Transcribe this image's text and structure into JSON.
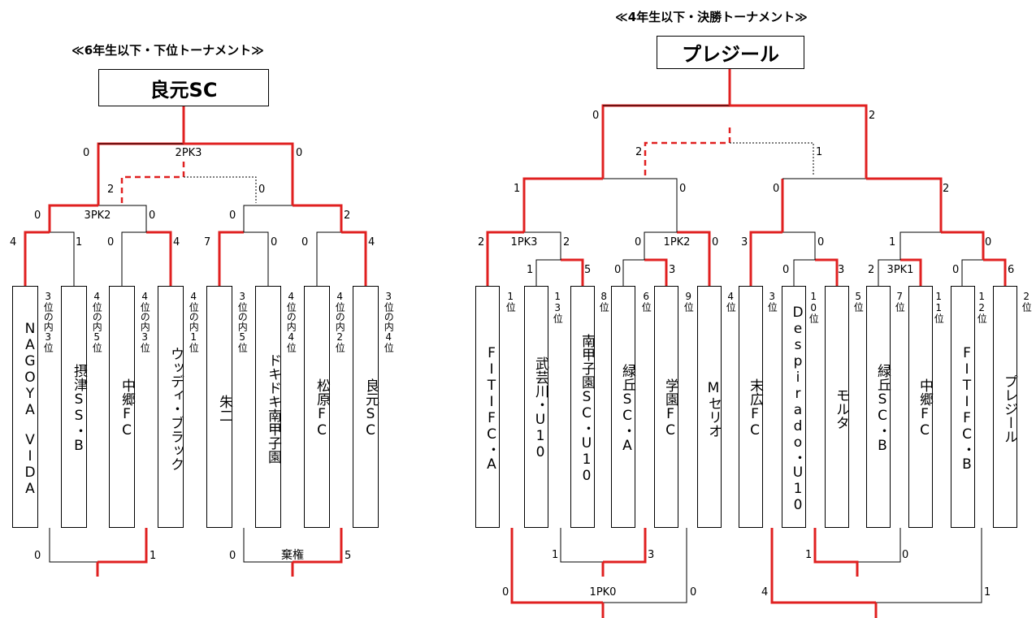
{
  "left": {
    "heading": "≪6年生以下・下位トーナメント≫",
    "champion": "良元SC",
    "teams": [
      {
        "name": "NAGOYA　VIDA",
        "rank": "3位の内3位"
      },
      {
        "name": "摂津SS・B",
        "rank": "4位の内5位"
      },
      {
        "name": "中郷FC",
        "rank": "4位の内3位"
      },
      {
        "name": "ウッディ・ブラック",
        "rank": "4位の内1位"
      },
      {
        "name": "朱二",
        "rank": "3位の内5位"
      },
      {
        "name": "ドキドキ南甲子園",
        "rank": "4位の内4位"
      },
      {
        "name": "松原FC",
        "rank": "4位の内2位"
      },
      {
        "name": "良元SC",
        "rank": "3位の内4位"
      }
    ],
    "scores": [
      "4",
      "1",
      "0",
      "4",
      "7",
      "0",
      "0",
      "4",
      "0",
      "3PK2",
      "0",
      "0",
      "2",
      "2",
      "0",
      "2PK3",
      "0",
      "0",
      "1",
      "0",
      "棄権",
      "5"
    ]
  },
  "right": {
    "heading": "≪4年生以下・決勝トーナメント≫",
    "champion": "プレジール",
    "teams": [
      {
        "name": "FITIFC・A",
        "rank": "1位"
      },
      {
        "name": "武芸川・U10",
        "rank": "13位"
      },
      {
        "name": "南甲子園SC・U10",
        "rank": "8位"
      },
      {
        "name": "緑丘SC・A",
        "rank": "6位"
      },
      {
        "name": "学園FC",
        "rank": "9位"
      },
      {
        "name": "Mセリオ",
        "rank": "4位"
      },
      {
        "name": "末広FC",
        "rank": "3位"
      },
      {
        "name": "Despirado・U10",
        "rank": "10位"
      },
      {
        "name": "モルタ",
        "rank": "5位"
      },
      {
        "name": "緑丘SC・B",
        "rank": "7位"
      },
      {
        "name": "中郷FC",
        "rank": "11位"
      },
      {
        "name": "FITIFC・B",
        "rank": "12位"
      },
      {
        "name": "プレジール",
        "rank": "2位"
      }
    ],
    "scores": [
      "1",
      "5",
      "0",
      "3",
      "0",
      "3",
      "2",
      "3PK1",
      "0",
      "6",
      "2",
      "1PK3",
      "2",
      "0",
      "1PK2",
      "0",
      "3",
      "0",
      "1",
      "0",
      "0",
      "2",
      "1",
      "0",
      "2",
      "2",
      "1",
      "1",
      "3",
      "1",
      "0",
      "0",
      "1PK0",
      "0",
      "4",
      "1"
    ]
  }
}
